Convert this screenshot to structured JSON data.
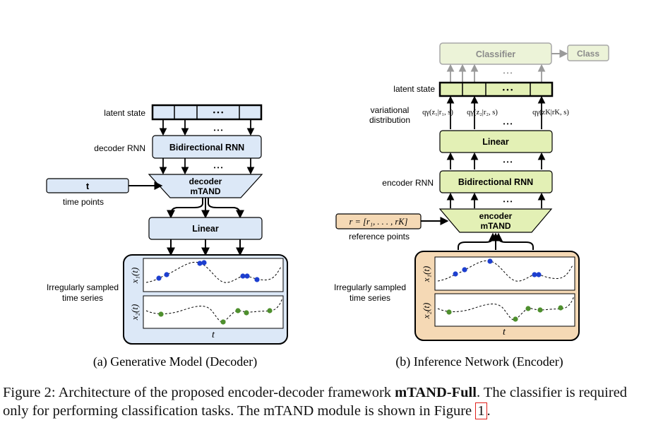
{
  "left_panel": {
    "latent_state_label": "latent state",
    "dots": "• • •",
    "decoder_rnn_label": "decoder RNN",
    "bidirectional_rnn": "Bidirectional RNN",
    "mtand_line1": "decoder",
    "mtand_line2": "mTAND",
    "t_box": "t",
    "time_points_label": "time points",
    "linear": "Linear",
    "series_label_line1": "Irregularly sampled",
    "series_label_line2": "time series",
    "y1": "x₁(t)",
    "y2": "x₂(t)",
    "x_axis": "t",
    "subcaption": "(a) Generative Model (Decoder)"
  },
  "right_panel": {
    "classifier": "Classifier",
    "class": "Class",
    "latent_state_label": "latent state",
    "dots": "• • •",
    "variational_line1": "variational",
    "variational_line2": "distribution",
    "q1": "qγ(z₁|r₁, s)",
    "q2": "qγ(z₂|r₂, s)",
    "qk": "qγ(zK|rK, s)",
    "linear": "Linear",
    "encoder_rnn_label": "encoder RNN",
    "bidirectional_rnn": "Bidirectional RNN",
    "mtand_line1": "encoder",
    "mtand_line2": "mTAND",
    "r_box": "r = [r₁, . . . , rK]",
    "reference_points_label": "reference points",
    "series_label_line1": "Irregularly sampled",
    "series_label_line2": "time series",
    "y1": "x₁(t)",
    "y2": "x₂(t)",
    "x_axis": "t",
    "subcaption": "(b) Inference Network (Encoder)"
  },
  "caption": {
    "prefix": "Figure 2: Architecture of the proposed encoder-decoder framework ",
    "bold": "mTAND-Full",
    "middle": ". The classifier is required only for performing classification tasks. The mTAND module is shown in Figure ",
    "ref": "1",
    "suffix": "."
  },
  "colors": {
    "decoder_fill": "#dce8f7",
    "encoder_fill": "#e3f0b5",
    "encoder_panel": "#f5d9b5",
    "classifier_fill": "#ecf3d8",
    "blue_dot": "#1d3fcf",
    "green_dot": "#4e8f2d"
  }
}
